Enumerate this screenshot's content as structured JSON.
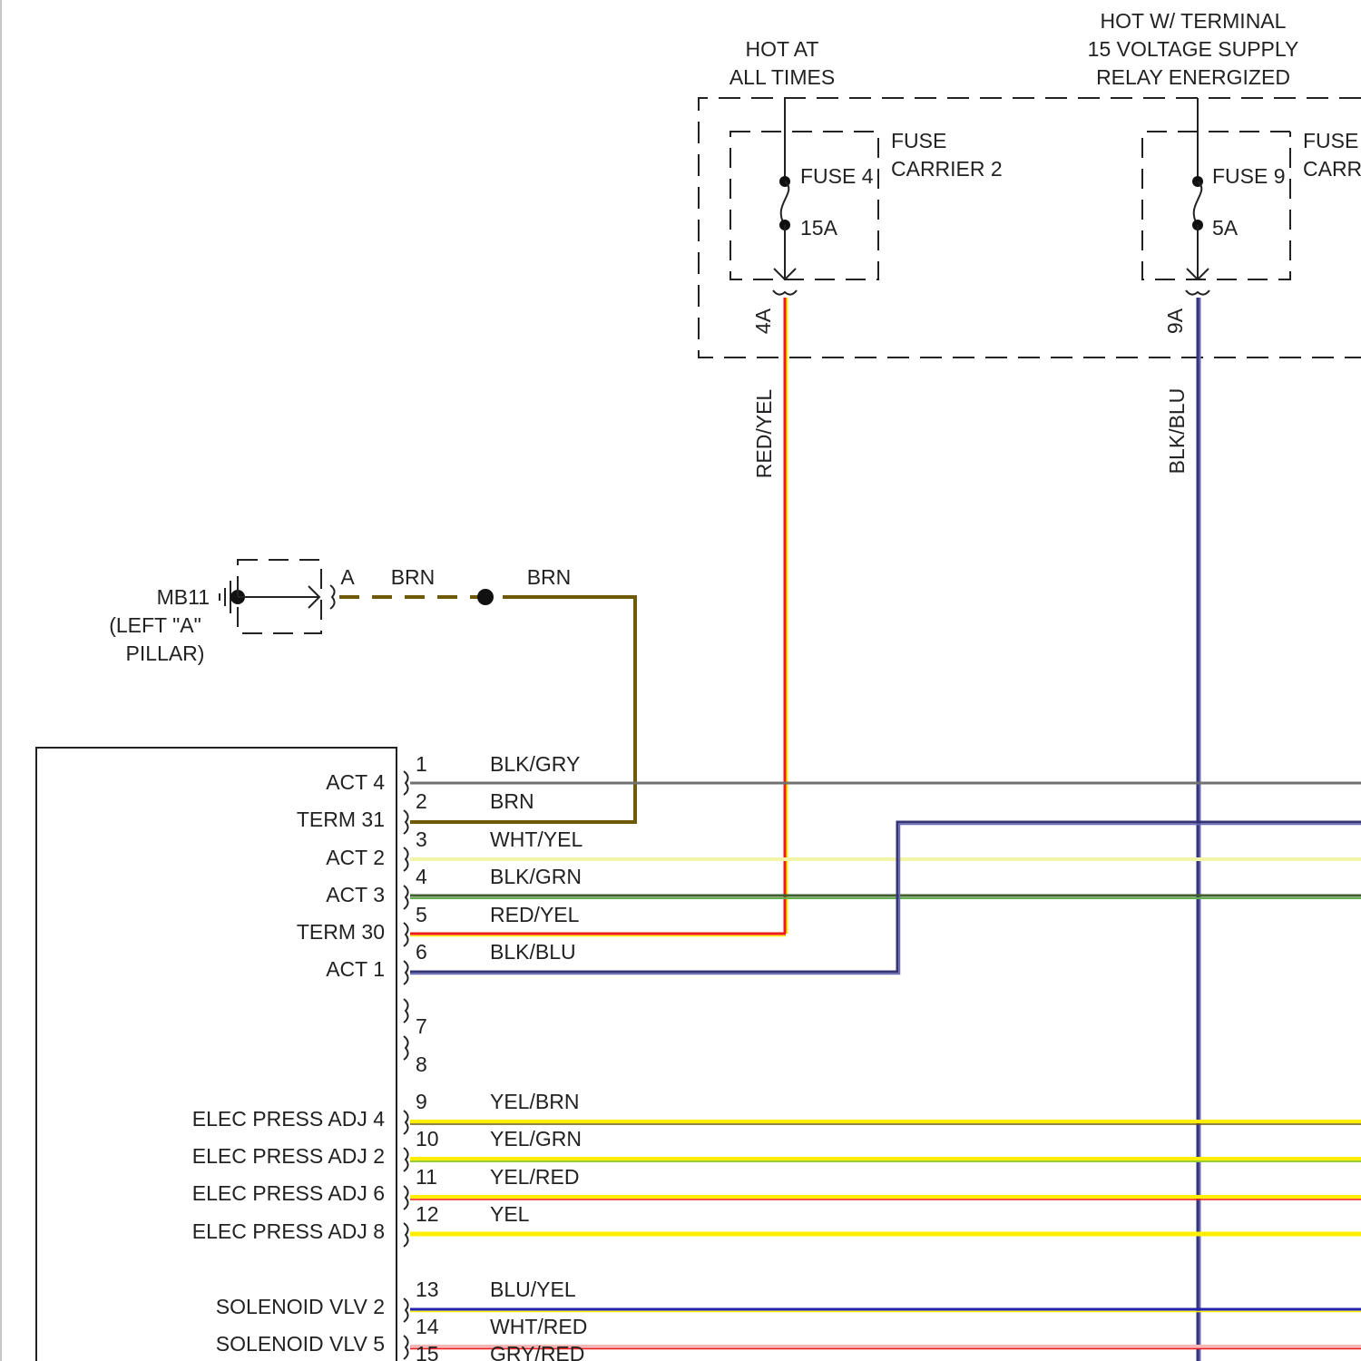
{
  "header": {
    "hot_at_line1": "HOT AT",
    "hot_at_line2": "ALL TIMES",
    "hot_w_line1": "HOT W/ TERMINAL",
    "hot_w_line2": "15 VOLTAGE SUPPLY",
    "hot_w_line3": "RELAY ENERGIZED"
  },
  "fuse_carrier_2": {
    "carrier_line1": "FUSE",
    "carrier_line2": "CARRIER 2",
    "fuse_name": "FUSE 4",
    "rating": "15A",
    "terminal": "4A",
    "wire": "RED/YEL"
  },
  "fuse_carrier_right": {
    "carrier_line1": "FUSE",
    "carrier_line2": "CARR",
    "fuse_name": "FUSE 9",
    "rating": "5A",
    "terminal": "9A",
    "wire": "BLK/BLU"
  },
  "ground": {
    "name": "MB11",
    "location_line1": "(LEFT \"A\"",
    "location_line2": "PILLAR)",
    "terminal": "A",
    "wire_left": "BRN",
    "wire_right": "BRN"
  },
  "pins": [
    {
      "num": "1",
      "label": "ACT 4",
      "wire": "BLK/GRY"
    },
    {
      "num": "2",
      "label": "TERM 31",
      "wire": "BRN"
    },
    {
      "num": "3",
      "label": "ACT 2",
      "wire": "WHT/YEL"
    },
    {
      "num": "4",
      "label": "ACT 3",
      "wire": "BLK/GRN"
    },
    {
      "num": "5",
      "label": "TERM 30",
      "wire": "RED/YEL"
    },
    {
      "num": "6",
      "label": "ACT 1",
      "wire": "BLK/BLU"
    },
    {
      "num": "7",
      "label": "",
      "wire": ""
    },
    {
      "num": "8",
      "label": "",
      "wire": ""
    },
    {
      "num": "9",
      "label": "ELEC PRESS ADJ 4",
      "wire": "YEL/BRN"
    },
    {
      "num": "10",
      "label": "ELEC PRESS ADJ 2",
      "wire": "YEL/GRN"
    },
    {
      "num": "11",
      "label": "ELEC PRESS ADJ 6",
      "wire": "YEL/RED"
    },
    {
      "num": "12",
      "label": "ELEC PRESS ADJ 8",
      "wire": "YEL"
    },
    {
      "num": "13",
      "label": "SOLENOID VLV 2",
      "wire": "BLU/YEL"
    },
    {
      "num": "14",
      "label": "SOLENOID VLV 5",
      "wire": "WHT/RED"
    },
    {
      "num": "15",
      "label": "",
      "wire": "GRY/RED"
    }
  ],
  "colors": {
    "brn": "#6e5a08",
    "blk_gry": "#707070",
    "wht_yel": "#f2f5a8",
    "blk_grn_dark": "#3f5f2e",
    "blk_grn_light": "#62b04e",
    "red": "#ee1b1b",
    "yel": "#ffee00",
    "blk_blu": "#343477",
    "blk_blu_edge": "#6a6ab8",
    "yel_grn": "#9acd32",
    "blu_yel": "#2222aa",
    "wht_red": "#f4b6b6"
  }
}
